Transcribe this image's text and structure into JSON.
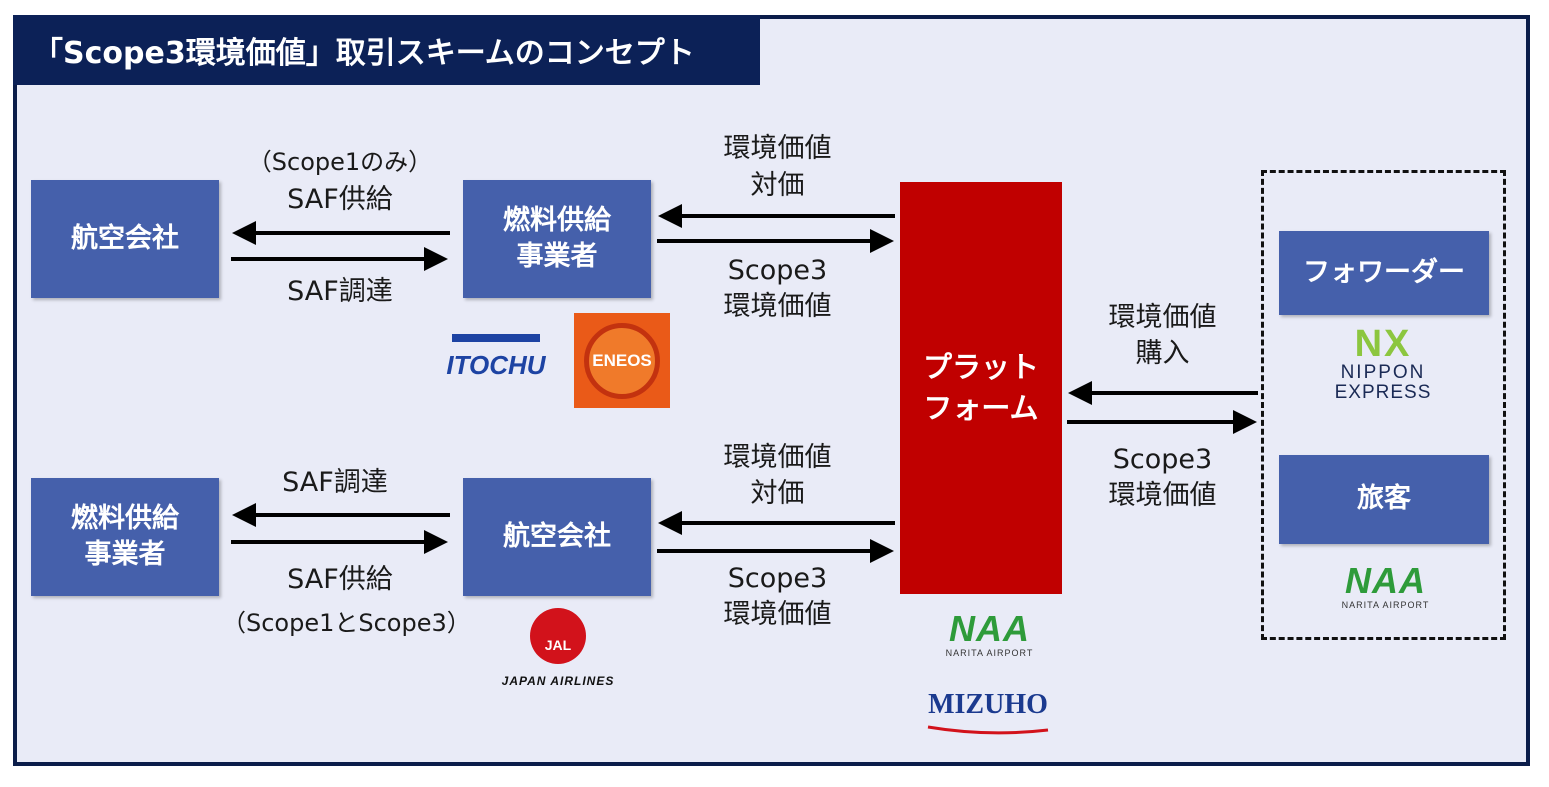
{
  "title": "「Scope3環境価値」取引スキームのコンセプト",
  "top_row": {
    "left_box": "航空会社",
    "middle_box": [
      "燃料供給",
      "事業者"
    ],
    "left_label_top": [
      "（Scope1のみ）",
      "SAF供給"
    ],
    "left_label_bottom": "SAF調達",
    "right_label_top": [
      "環境価値",
      "対価"
    ],
    "right_label_bottom": [
      "Scope3",
      "環境価値"
    ],
    "logos": [
      "ITOCHU",
      "ENEOS"
    ]
  },
  "bottom_row": {
    "left_box": [
      "燃料供給",
      "事業者"
    ],
    "middle_box": "航空会社",
    "left_label_top": "SAF調達",
    "left_label_bottom": [
      "SAF供給",
      "（Scope1とScope3）"
    ],
    "right_label_top": [
      "環境価値",
      "対価"
    ],
    "right_label_bottom": [
      "Scope3",
      "環境価値"
    ],
    "logo_jal": "JAL",
    "logo_jal_caption": "JAPAN AIRLINES"
  },
  "platform": [
    "プラット",
    "フォーム"
  ],
  "platform_logos": {
    "naa": "NAA",
    "naa_caption": "NARITA AIRPORT",
    "mizuho": "MIZUHO"
  },
  "right_side": {
    "label_top": [
      "環境価値",
      "購入"
    ],
    "label_bottom": [
      "Scope3",
      "環境価値"
    ],
    "forwarder_box": "フォワーダー",
    "nx_logo": [
      "NX",
      "NIPPON",
      "EXPRESS"
    ],
    "passenger_box": "旅客",
    "naa_logo": "NAA",
    "naa_caption": "NARITA AIRPORT"
  },
  "colors": {
    "box_blue": "#4560ab",
    "platform_red": "#c00000",
    "title_navy": "#0c2157",
    "background": "#e9ebf7"
  }
}
